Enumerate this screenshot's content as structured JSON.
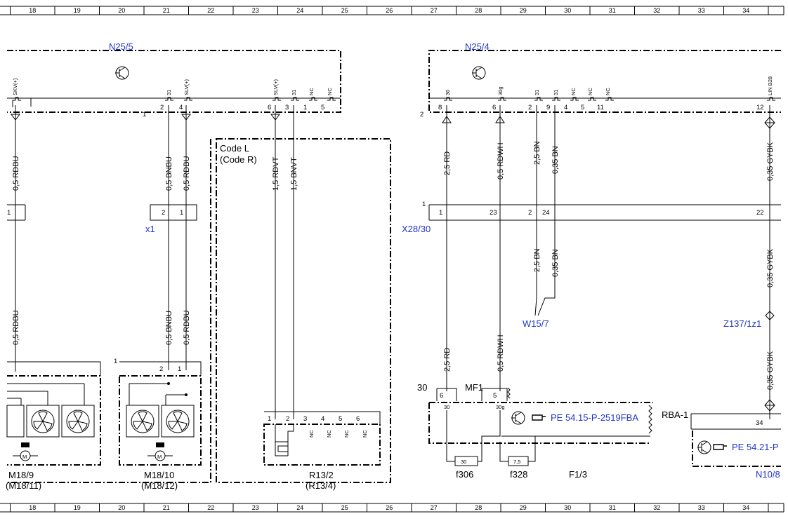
{
  "grid_columns": [
    "18",
    "19",
    "20",
    "21",
    "22",
    "23",
    "24",
    "25",
    "26",
    "27",
    "28",
    "29",
    "30",
    "31",
    "32",
    "33",
    "34"
  ],
  "components": {
    "n25_5": "N25/5",
    "n25_4": "N25/4",
    "x1": "x1",
    "x28_30": "X28/30",
    "w15_7": "W15/7",
    "z137": "Z137/1z1",
    "m18_9": "M18/9",
    "m18_11": "(M18/11)",
    "m18_10": "M18/10",
    "m18_12": "(M18/12)",
    "r13_2": "R13/2",
    "r13_4": "(R13/4)",
    "f306": "f306",
    "f328": "f328",
    "f1_3": "F1/3",
    "n10_8": "N10/8",
    "rba1": "RBA-1",
    "mf1": "MF1",
    "term30": "30"
  },
  "code": {
    "l": "Code L",
    "r": "(Code R)"
  },
  "refs": {
    "pe1": "PE 54.15-P-2519FBA",
    "pe2": "PE 54.21-P"
  },
  "wires": {
    "rdbu": "0,5 RDBU",
    "bnbu": "0,5 BNBU",
    "rdvt": "1,5 RDVT",
    "bnvt": "1,5 BNVT",
    "rd25": "2,5 RD",
    "rdwh": "0,5 RDWH",
    "bn25": "2,5 BN",
    "bn035": "0,35 BN",
    "gybk": "0,35 GYBK"
  },
  "pin_labels": {
    "skv": "SKV(+)",
    "slv": "SLV(+)",
    "p31": "31",
    "nc": "NC",
    "p30": "30",
    "p30g": "30g",
    "linb28": "LIN B28"
  },
  "pins": {
    "one": "1",
    "two": "2",
    "three": "3",
    "four": "4",
    "five": "5",
    "six": "6",
    "eight": "8",
    "nine": "9",
    "eleven": "11",
    "twelve": "12",
    "twentytwo": "22",
    "twentythree": "23",
    "twentyfour": "24",
    "thirtyfour": "34"
  },
  "fuse_values": {
    "f306": "30",
    "f328": "7,5"
  }
}
